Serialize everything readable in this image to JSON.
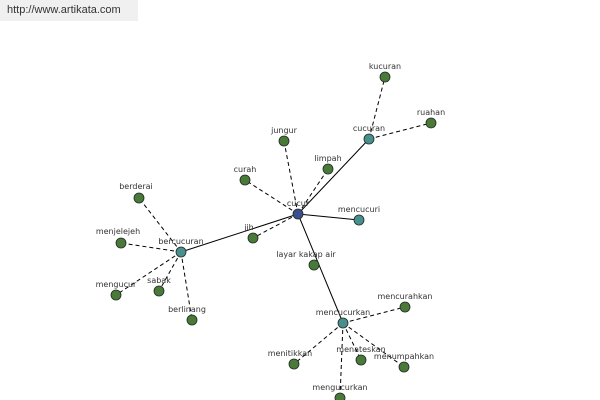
{
  "url": "http://www.artikata.com",
  "colors": {
    "center": "#3b4f8f",
    "synonym": "#4a8f8f",
    "leaf": "#4a7a3a",
    "node_stroke": "#1e2a1e"
  },
  "graph": {
    "nodes": [
      {
        "id": "cucur",
        "label": "cucur",
        "kind": "center"
      },
      {
        "id": "cucuran",
        "label": "cucuran",
        "kind": "synonym"
      },
      {
        "id": "bercucuran",
        "label": "bercucuran",
        "kind": "synonym"
      },
      {
        "id": "mencucurkan",
        "label": "mencucurkan",
        "kind": "synonym"
      },
      {
        "id": "mencucuri",
        "label": "mencucuri",
        "kind": "synonym"
      },
      {
        "id": "kucuran",
        "label": "kucuran",
        "kind": "leaf"
      },
      {
        "id": "ruahan",
        "label": "ruahan",
        "kind": "leaf"
      },
      {
        "id": "jungur",
        "label": "jungur",
        "kind": "leaf"
      },
      {
        "id": "limpah",
        "label": "limpah",
        "kind": "leaf"
      },
      {
        "id": "curah",
        "label": "curah",
        "kind": "leaf"
      },
      {
        "id": "jih",
        "label": "jih",
        "kind": "leaf"
      },
      {
        "id": "layar",
        "label": "layar kakap air",
        "kind": "leaf"
      },
      {
        "id": "berderai",
        "label": "berderai",
        "kind": "leaf"
      },
      {
        "id": "menjelejeh",
        "label": "menjelejeh",
        "kind": "leaf"
      },
      {
        "id": "mengucur",
        "label": "mengucur",
        "kind": "leaf"
      },
      {
        "id": "sabak",
        "label": "sabak",
        "kind": "leaf"
      },
      {
        "id": "berlinang",
        "label": "berlinang",
        "kind": "leaf"
      },
      {
        "id": "mencurahkan",
        "label": "mencurahkan",
        "kind": "leaf"
      },
      {
        "id": "menitikkan",
        "label": "menitikkan",
        "kind": "leaf"
      },
      {
        "id": "menateskan",
        "label": "menateskan",
        "kind": "leaf"
      },
      {
        "id": "menumpahkan",
        "label": "menumpahkan",
        "kind": "leaf"
      },
      {
        "id": "mengucurkan",
        "label": "mengucurkan",
        "kind": "leaf"
      }
    ],
    "edges": [
      {
        "from": "cucur",
        "to": "cucuran",
        "style": "solid"
      },
      {
        "from": "cucur",
        "to": "bercucuran",
        "style": "solid"
      },
      {
        "from": "cucur",
        "to": "mencucurkan",
        "style": "solid"
      },
      {
        "from": "cucur",
        "to": "mencucuri",
        "style": "solid"
      },
      {
        "from": "cucur",
        "to": "jungur",
        "style": "dashed"
      },
      {
        "from": "cucur",
        "to": "limpah",
        "style": "dashed"
      },
      {
        "from": "cucur",
        "to": "curah",
        "style": "dashed"
      },
      {
        "from": "cucur",
        "to": "jih",
        "style": "dashed"
      },
      {
        "from": "cucuran",
        "to": "kucuran",
        "style": "dashed"
      },
      {
        "from": "cucuran",
        "to": "ruahan",
        "style": "dashed"
      },
      {
        "from": "bercucuran",
        "to": "berderai",
        "style": "dashed"
      },
      {
        "from": "bercucuran",
        "to": "menjelejeh",
        "style": "dashed"
      },
      {
        "from": "bercucuran",
        "to": "mengucur",
        "style": "dashed"
      },
      {
        "from": "bercucuran",
        "to": "sabak",
        "style": "dashed"
      },
      {
        "from": "bercucuran",
        "to": "berlinang",
        "style": "dashed"
      },
      {
        "from": "mencucurkan",
        "to": "mencurahkan",
        "style": "dashed"
      },
      {
        "from": "mencucurkan",
        "to": "menitikkan",
        "style": "dashed"
      },
      {
        "from": "mencucurkan",
        "to": "menateskan",
        "style": "dashed"
      },
      {
        "from": "mencucurkan",
        "to": "menumpahkan",
        "style": "dashed"
      },
      {
        "from": "mencucurkan",
        "to": "mengucurkan",
        "style": "dashed"
      }
    ]
  }
}
